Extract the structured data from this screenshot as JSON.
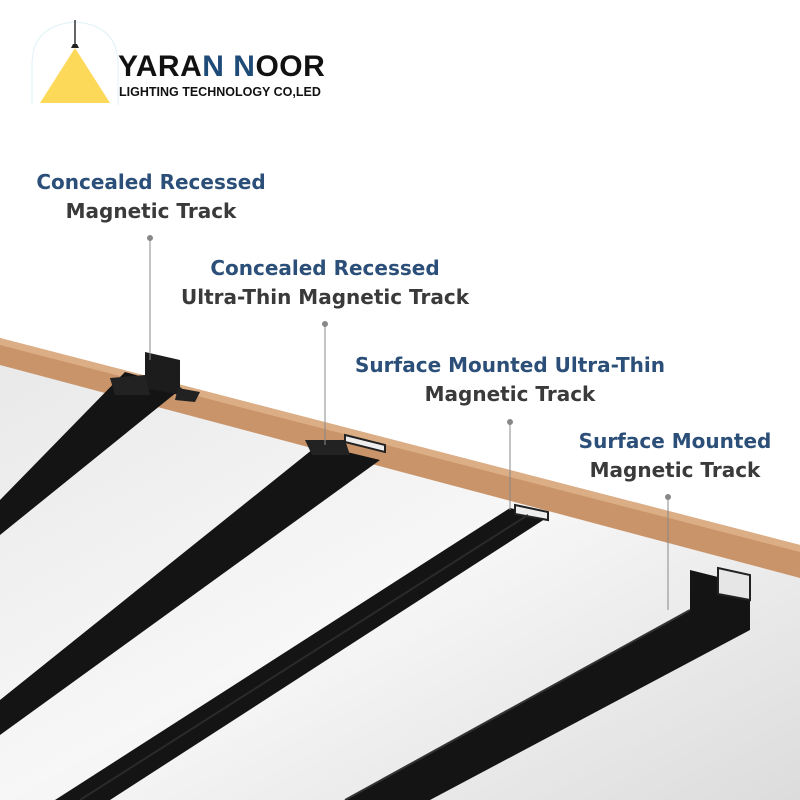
{
  "logo": {
    "brand_prefix": "YARA",
    "brand_n1": "N",
    "brand_mid": " ",
    "brand_n2": "N",
    "brand_suffix": "OOR",
    "subtitle": "LIGHTING TECHNOLOGY CO,LED",
    "lamp_color": "#fcd958"
  },
  "labels": [
    {
      "line1": "Concealed Recessed",
      "line2": "Magnetic Track"
    },
    {
      "line1": "Concealed Recessed",
      "line2": "Ultra-Thin Magnetic Track"
    },
    {
      "line1": "Surface Mounted Ultra-Thin",
      "line2": "Magnetic Track"
    },
    {
      "line1": "Surface Mounted",
      "line2": "Magnetic Track"
    }
  ],
  "colors": {
    "title_blue": "#2b4f78",
    "text_gray": "#3a3a3a",
    "wood": "#c9946a",
    "track": "#141414"
  }
}
